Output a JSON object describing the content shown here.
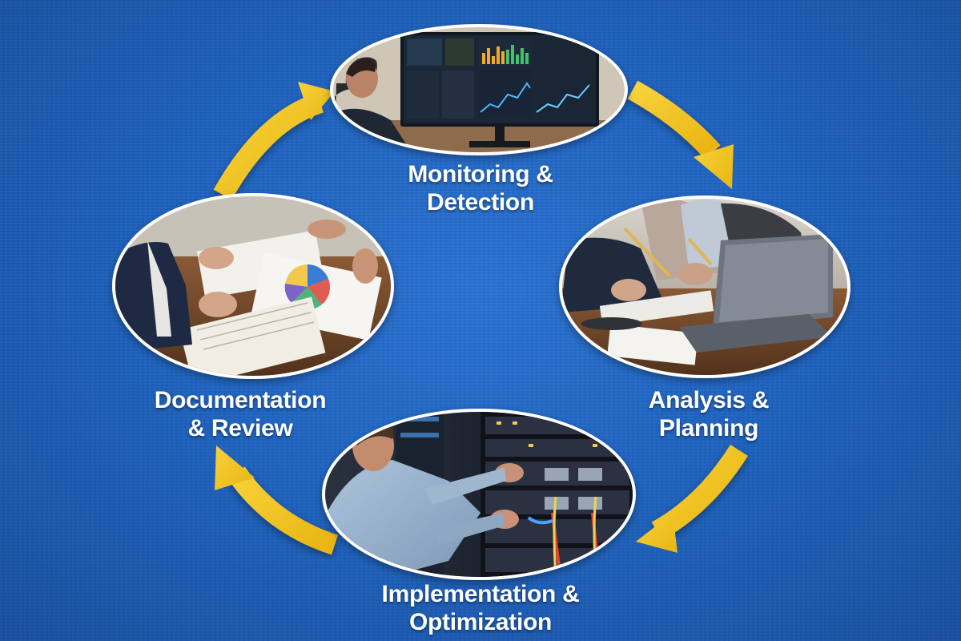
{
  "colors": {
    "background": "#1f5fb8",
    "arrow": "#f2c21b",
    "label_text": "#ffffff",
    "photo_border": "#ffffff"
  },
  "stages": [
    {
      "id": "monitoring",
      "line1": "Monitoring &",
      "line2": "Detection",
      "photo": "analyst-viewing-dashboard-monitor"
    },
    {
      "id": "analysis",
      "line1": "Analysis &",
      "line2": "Planning",
      "photo": "team-planning-with-laptop"
    },
    {
      "id": "implementation",
      "line1": "Implementation &",
      "line2": "Optimization",
      "photo": "technician-working-on-server-rack"
    },
    {
      "id": "documentation",
      "line1": "Documentation",
      "line2": "& Review",
      "photo": "team-reviewing-documents-and-charts"
    }
  ],
  "arrows": [
    {
      "from": "documentation",
      "to": "monitoring",
      "icon": "curved-arrow-icon"
    },
    {
      "from": "monitoring",
      "to": "analysis",
      "icon": "curved-arrow-icon"
    },
    {
      "from": "analysis",
      "to": "implementation",
      "icon": "curved-arrow-icon"
    },
    {
      "from": "implementation",
      "to": "documentation",
      "icon": "curved-arrow-icon"
    }
  ]
}
